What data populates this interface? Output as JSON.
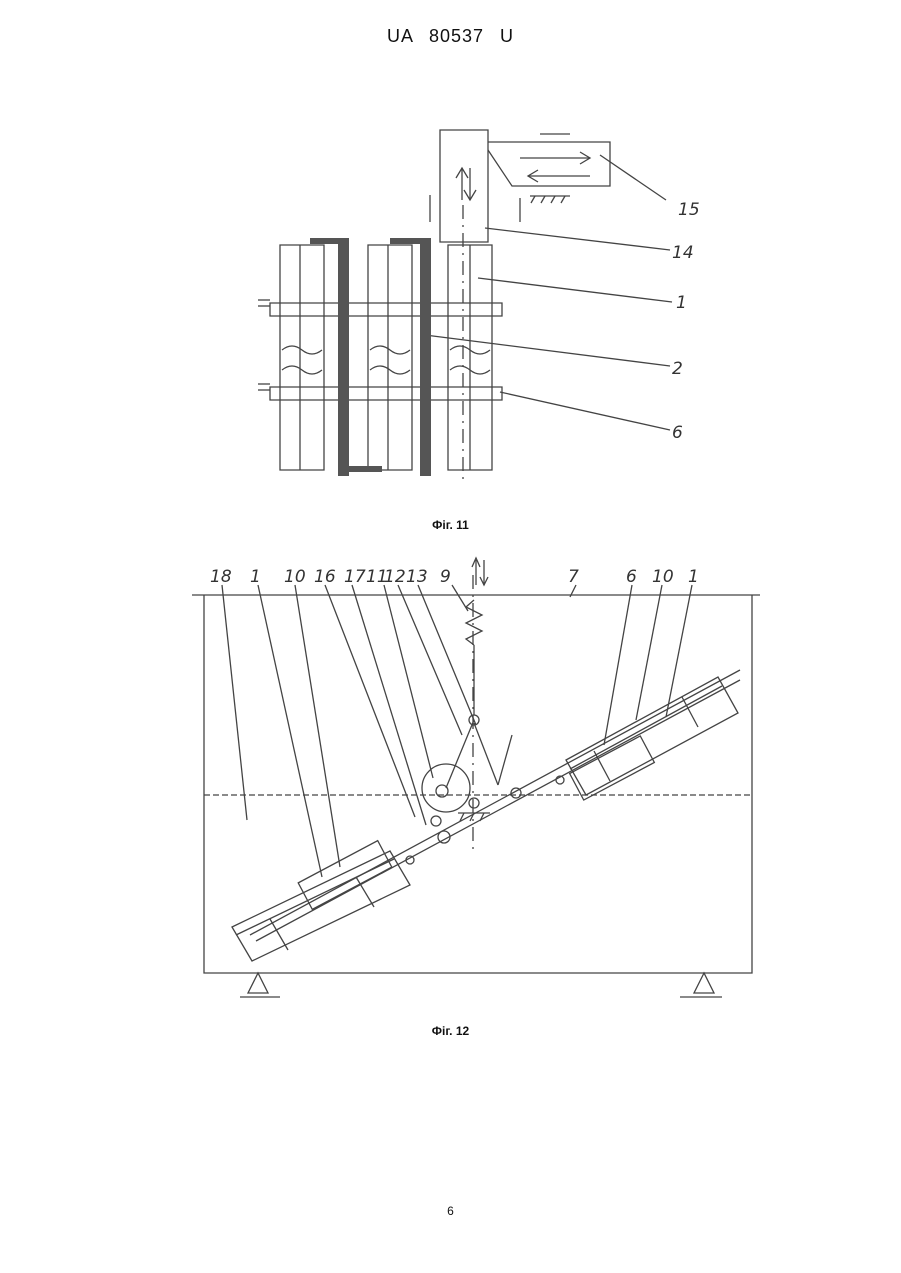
{
  "header": {
    "patent_number": "UA   80537   U"
  },
  "figures": [
    {
      "caption": "Фіг. 11",
      "labels": {
        "l15": "15",
        "l14": "14",
        "l1": "1",
        "l2": "2",
        "l6": "6"
      }
    },
    {
      "caption": "Фіг. 12",
      "labels": {
        "l18": "18",
        "l1a": "1",
        "l10a": "10",
        "l16": "16",
        "l17": "17",
        "l11": "11",
        "l12": "12",
        "l13": "13",
        "l9": "9",
        "l7": "7",
        "l6": "6",
        "l10b": "10",
        "l1b": "1"
      }
    }
  ],
  "footer": {
    "page_number": "6"
  }
}
